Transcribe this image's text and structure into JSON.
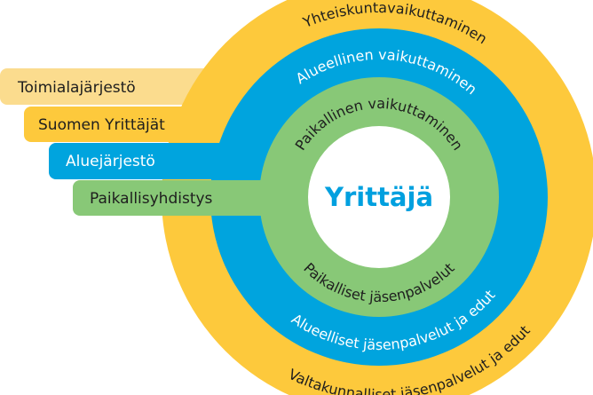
{
  "colors": {
    "light_yellow": "#FBDC8E",
    "yellow": "#FDC93C",
    "blue": "#00A4DE",
    "green": "#88C877",
    "center_text": "#00A0DF",
    "dark_text": "#1E1E1E",
    "white_text": "#FFFFFF"
  },
  "levels": [
    {
      "label": "Toimialajärjestö"
    },
    {
      "label": "Suomen Yrittäjät"
    },
    {
      "label": "Aluejärjestö"
    },
    {
      "label": "Paikallisyhdistys"
    }
  ],
  "rings": {
    "national_top": "Yhteiskuntavaikuttaminen",
    "national_bottom": "Valtakunnalliset jäsenpalvelut ja edut",
    "regional_top": "Alueellinen vaikuttaminen",
    "regional_bottom": "Alueelliset jäsenpalvelut ja edut",
    "local_top": "Paikallinen vaikuttaminen",
    "local_bottom": "Paikalliset jäsenpalvelut"
  },
  "center": "Yrittäjä"
}
